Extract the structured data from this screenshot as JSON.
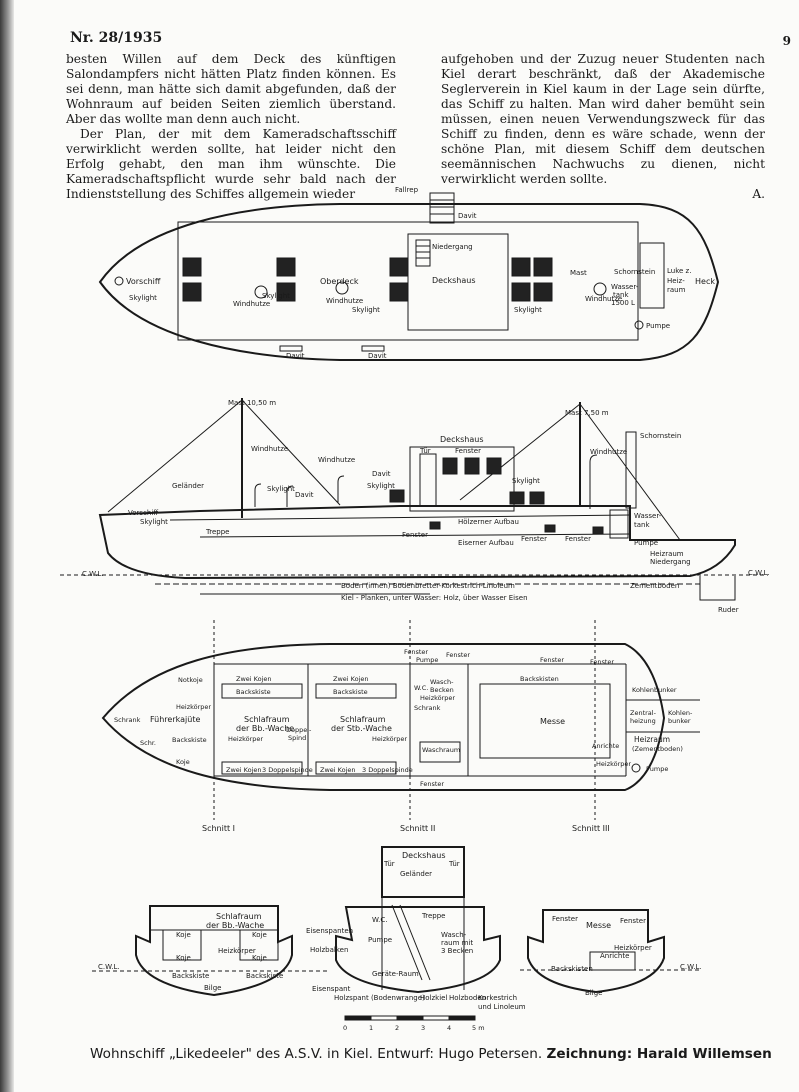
{
  "header": {
    "issue": "Nr. 28/1935",
    "page_number": "9"
  },
  "article": {
    "left_paragraphs": [
      "besten Willen auf dem Deck des künftigen Salondampfers nicht hätten Platz finden können. Es sei denn, man hätte sich damit abgefunden, daß der Wohnraum auf beiden Seiten ziemlich überstand. Aber das wollte man denn auch nicht.",
      "Der Plan, der mit dem Kameradschaftsschiff verwirklicht werden sollte, hat leider nicht den Erfolg gehabt, den man ihm wünschte. Die Kameradschaftspflicht wurde sehr bald nach der Indienststellung des Schiffes allgemein wieder"
    ],
    "right_paragraphs": [
      "aufgehoben und der Zuzug neuer Studenten nach Kiel derart beschränkt, daß der Akademische Seglerverein in Kiel kaum in der Lage sein dürfte, das Schiff zu halten. Man wird daher bemüht sein müssen, einen neuen Verwendungszweck für das Schiff zu finden, denn es wäre schade, wenn der schöne Plan, mit diesem Schiff dem deutschen seemännischen Nachwuchs zu dienen, nicht verwirklicht werden sollte."
    ],
    "signature": "A."
  },
  "deck_plan": {
    "fallrep": "Fallrep",
    "davit_top": "Davit",
    "niedergang": "Niedergang",
    "vorschiff": "Vorschiff",
    "oberdeck": "Oberdeck",
    "deckshaus": "Deckshaus",
    "mast": "Mast",
    "schornstein": "Schornstein",
    "luke": "Luke z.",
    "heizraum": "Heiz-",
    "heizraum2": "raum",
    "heck": "Heck",
    "skylight": "Skylight",
    "windhutze": "Windhutze",
    "wassertank": "Wasser-",
    "wassertank2": "tank",
    "wassertank3": "1500 L",
    "pumpe": "Pumpe",
    "davit": "Davit"
  },
  "side_view": {
    "mast_front": "Mast 10,50 m",
    "mast_rear": "Mast 7,50 m",
    "deckshaus": "Deckshaus",
    "tuer": "Tür",
    "fenster": "Fenster",
    "schornstein": "Schornstein",
    "windhutze": "Windhutze",
    "gelaender": "Geländer",
    "skylight": "Skylight",
    "davit": "Davit",
    "vorschiff": "Vorschiff",
    "treppe": "Treppe",
    "hoelzerner_aufbau": "Hölzerner Aufbau",
    "eiserner_aufbau": "Eiserner Aufbau",
    "wassertank": "Wasser-",
    "wassertank2": "tank",
    "pumpe": "Pumpe",
    "heizraum": "Heizraum",
    "niedergang": "Niedergang",
    "cwl": "C.W.L.",
    "cwl_right": "C.W.L.",
    "boden": "Boden (innen) Bodenbretter-Korkestrich-Linoleum",
    "zementboden": "Zementboden",
    "kiel": "Kiel - Planken, unter Wasser: Holz, über Wasser Eisen",
    "ruder": "Ruder"
  },
  "lower_plan": {
    "fenster": "Fenster",
    "pumpe": "Pumpe",
    "notkoje": "Notkoje",
    "heizkoerper": "Heizkörper",
    "fuehrerkajuete": "Führerkajüte",
    "schrank": "Schrank",
    "schr": "Schr.",
    "backskiste": "Backskiste",
    "koje": "Koje",
    "zwei_kojen": "Zwei Kojen",
    "schlafraum_bb": "Schlafraum",
    "schlafraum_bb2": "der Bb.-Wache",
    "schlafraum_stb": "Schlafraum",
    "schlafraum_stb2": "der Stb.-Wache",
    "doppelspind": "Doppel-",
    "doppelspind2": "Spind",
    "doppelspinde": "3 Doppelspinde",
    "wasch": "Wasch-",
    "becken": "Becken",
    "wc": "W.C.",
    "backskisten": "Backskisten",
    "messe": "Messe",
    "anrichte": "Anrichte",
    "kohlenbunker": "Kohlenbunker",
    "zentralheizung": "Zentral-",
    "zentralheizung2": "heizung",
    "kohlen": "Kohlen-",
    "bunker": "bunker",
    "heizraum": "Heizraum",
    "zementboden": "(Zementboden)",
    "waschraum": "Waschraum"
  },
  "sections": {
    "schnitt_1": "Schnitt I",
    "schnitt_2": "Schnitt II",
    "schnitt_3": "Schnitt III",
    "s1_title": "Schlafraum",
    "s1_title2": "der Bb.-Wache",
    "koje": "Koje",
    "heizkoerper": "Heizkörper",
    "backskiste": "Backskiste",
    "bilge": "Bilge",
    "cwl": "C.W.L.",
    "s2_deckshaus": "Deckshaus",
    "tuer": "Tür",
    "gelaender": "Geländer",
    "treppe": "Treppe",
    "eisenspanten": "Eisenspanten",
    "holzbalken": "Holzbalken",
    "wc": "W.C.",
    "pumpe": "Pumpe",
    "waschraum": "Wasch-",
    "waschraum2": "raum mit",
    "waschraum3": "3 Becken",
    "geraeteraum": "Geräte-Raum",
    "eisenspant": "Eisenspant",
    "holzspant": "Holzspant (Bodenwrange)",
    "holzkiel": "Holzkiel",
    "holzboden": "Holzboden",
    "korkestrich": "Korkestrich",
    "linoleum": "und Linoleum",
    "s3_fenster": "Fenster",
    "messe": "Messe",
    "anrichte": "Anrichte",
    "backskisten": "Backskisten"
  },
  "scale": {
    "ticks": [
      "0",
      "1",
      "2",
      "3",
      "4",
      "5 m"
    ]
  },
  "caption": {
    "title": "Wohnschiff „Likedeeler\" des A.S.V. in Kiel.",
    "design": "Entwurf: Hugo Petersen.",
    "drawing": "Zeichnung: Harald Willemsen"
  }
}
